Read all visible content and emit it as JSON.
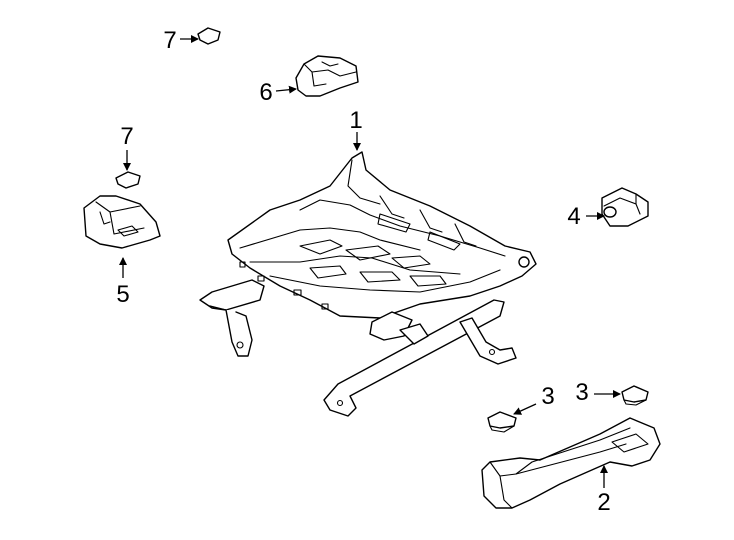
{
  "callouts": {
    "c1": "1",
    "c2": "2",
    "c3a": "3",
    "c3b": "3",
    "c4": "4",
    "c5": "5",
    "c6": "6",
    "c7a": "7",
    "c7b": "7"
  },
  "colors": {
    "line": "#000000",
    "background": "#ffffff"
  }
}
